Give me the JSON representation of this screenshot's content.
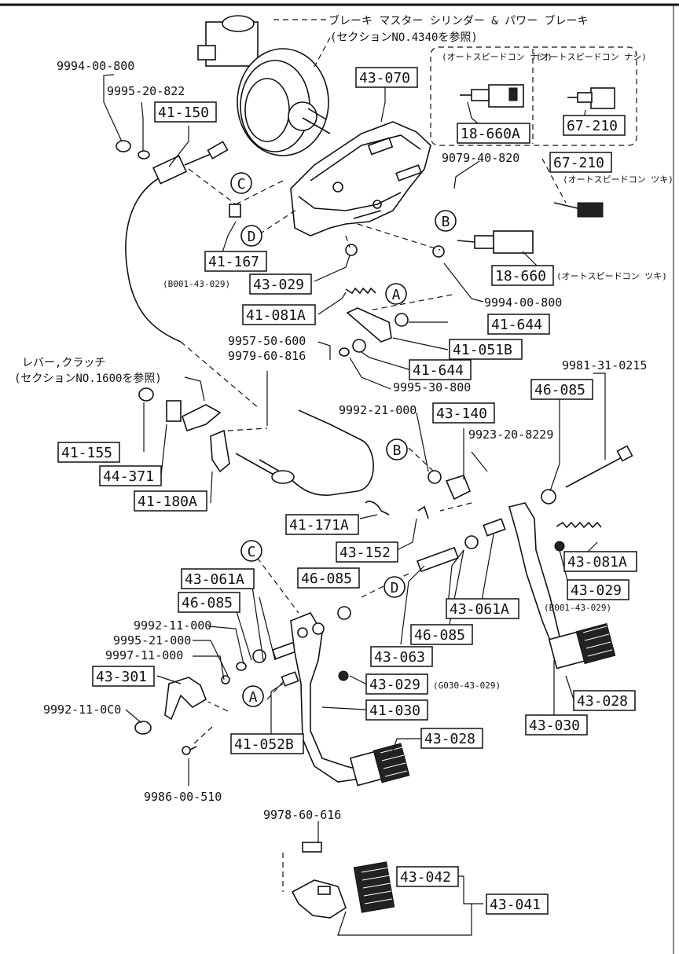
{
  "header": {
    "title_line1": "ブレーキ マスター シリンダー & パワー ブレーキ",
    "title_line2": "(セクションNO.4340を参照)",
    "clutch_line1": "レバー,クラッチ",
    "clutch_line2": "(セクションNO.1600を参照)"
  },
  "variant_labels": {
    "auto_speed_none": "(オートスピードコン ナシ)",
    "auto_speed_none_b": "(オートスピードコン ナシ)",
    "auto_speed_with": "(オートスピードコン ツキ)",
    "auto_speed_with_b": "(オートスピードコン ツキ)"
  },
  "circles": {
    "a": "A",
    "b": "B",
    "c": "C",
    "d": "D"
  },
  "boxed_parts": {
    "p43_070": "43-070",
    "p41_150": "41-150",
    "p18_660a": "18-660A",
    "p67_210a": "67-210",
    "p67_210b": "67-210",
    "p18_660": "18-660",
    "p41_167": "41-167",
    "p43_029a": "43-029",
    "p41_081a": "41-081A",
    "p41_644a": "41-644",
    "p41_051b": "41-051B",
    "p41_644b": "41-644",
    "p46_085a": "46-085",
    "p43_140": "43-140",
    "p41_155": "41-155",
    "p44_371": "44-371",
    "p41_180a": "41-180A",
    "p41_171a": "41-171A",
    "p43_152": "43-152",
    "p43_081a": "43-081A",
    "p43_029b": "43-029",
    "p43_061a_left": "43-061A",
    "p46_085b": "46-085",
    "p46_085c": "46-085",
    "p43_061a_mid": "43-061A",
    "p46_085d": "46-085",
    "p43_063": "43-063",
    "p43_301": "43-301",
    "p43_029c": "43-029",
    "p41_030": "41-030",
    "p41_052b": "41-052B",
    "p43_028a": "43-028",
    "p43_028b": "43-028",
    "p43_030": "43-030",
    "p43_042": "43-042",
    "p43_041": "43-041"
  },
  "plain_parts": {
    "n9994_00_800a": "9994-00-800",
    "n9995_20_822": "9995-20-822",
    "n9079_40_820": "9079-40-820",
    "n8001_43_029a": "(B001-43-029)",
    "n9994_00_800b": "9994-00-800",
    "n9957_50_600": "9957-50-600",
    "n9979_60_816": "9979-60-816",
    "n9995_30_800": "9995-30-800",
    "n9981_31_0215": "9981-31-0215",
    "n9992_21_000": "9992-21-000",
    "n9923_20_8229": "9923-20-8229",
    "n8001_43_029b": "(B001-43-029)",
    "n9992_11_000a": "9992-11-000",
    "n9995_21_000": "9995-21-000",
    "n9997_11_000": "9997-11-000",
    "n9992_11_000b": "9992-11-0C0",
    "n9986_00_510": "9986-00-510",
    "n6030_43_029": "(G030-43-029)",
    "n9978_60_616": "9978-60-616"
  }
}
